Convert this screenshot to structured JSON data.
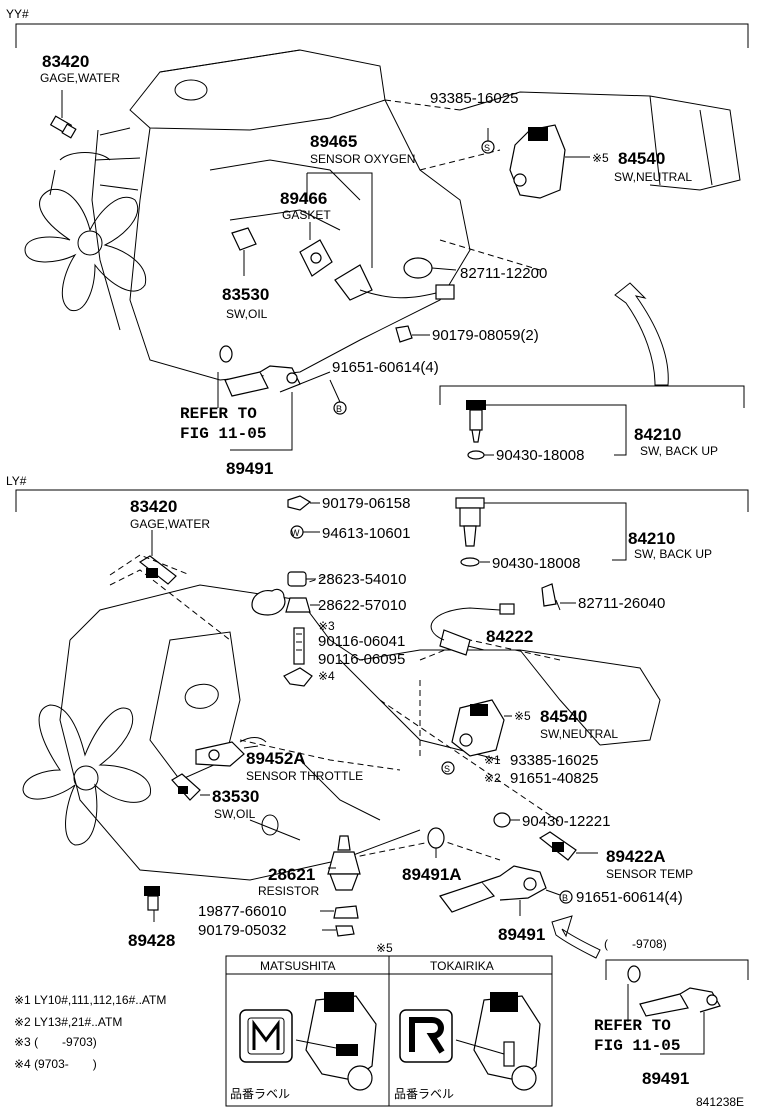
{
  "sections": {
    "top": "YY#",
    "bottom": "LY#"
  },
  "top_parts": {
    "p83420": {
      "number": "83420",
      "name": "GAGE,WATER"
    },
    "p93385": {
      "number": "93385-16025"
    },
    "p89465": {
      "number": "89465",
      "name": "SENSOR OXYGEN"
    },
    "p84540": {
      "mark": "※5",
      "number": "84540",
      "name": "SW,NEUTRAL"
    },
    "p89466": {
      "number": "89466",
      "name": "GASKET"
    },
    "p82711": {
      "number": "82711-12200"
    },
    "p83530": {
      "number": "83530",
      "name": "SW,OIL"
    },
    "p90179": {
      "number": "90179-08059(2)"
    },
    "p91651": {
      "number": "91651-60614(4)"
    },
    "refer1": "REFER TO",
    "refer2": "FIG 11-05",
    "p89491": {
      "number": "89491"
    },
    "p84210": {
      "number": "84210",
      "name": "SW, BACK UP"
    },
    "p90430": {
      "number": "90430-18008"
    }
  },
  "bottom_parts": {
    "p83420": {
      "number": "83420",
      "name": "GAGE,WATER"
    },
    "p90179a": {
      "number": "90179-06158"
    },
    "p94613": {
      "number": "94613-10601"
    },
    "p84210": {
      "number": "84210",
      "name": "SW, BACK UP"
    },
    "p90430a": {
      "number": "90430-18008"
    },
    "p28623": {
      "number": "28623-54010"
    },
    "p28622": {
      "number": "28622-57010"
    },
    "p82711": {
      "number": "82711-26040"
    },
    "m3": "※3",
    "p90116a": {
      "number": "90116-06041"
    },
    "p90116b": {
      "number": "90116-06095"
    },
    "m4": "※4",
    "p84222": {
      "number": "84222"
    },
    "p84540": {
      "mark": "※5",
      "number": "84540",
      "name": "SW,NEUTRAL"
    },
    "p89452A": {
      "number": "89452A",
      "name": "SENSOR THROTTLE"
    },
    "p93385": {
      "mark": "※1",
      "number": "93385-16025"
    },
    "p91651a": {
      "mark": "※2",
      "number": "91651-40825"
    },
    "p83530": {
      "number": "83530",
      "name": "SW,OIL"
    },
    "p90430b": {
      "number": "90430-12221"
    },
    "p89422A": {
      "number": "89422A",
      "name": "SENSOR TEMP"
    },
    "p28621": {
      "number": "28621",
      "name": "RESISTOR"
    },
    "p89491A": {
      "number": "89491A"
    },
    "p91651b": {
      "number": "91651-60614(4)"
    },
    "p19877": {
      "number": "19877-66010"
    },
    "p90179b": {
      "number": "90179-05032"
    },
    "p89428": {
      "number": "89428"
    },
    "p89491": {
      "number": "89491"
    },
    "inset_range": "(　　-9708)",
    "refer1": "REFER TO",
    "refer2": "FIG 11-05",
    "p89491c": {
      "number": "89491"
    }
  },
  "notes": {
    "star5": "※5",
    "matsushita": "MATSUSHITA",
    "tokairika": "TOKAIRIKA",
    "label_jp_1": "品番ラベル",
    "label_jp_2": "品番ラベル",
    "n1": "※1 LY10#,111,112,16#..ATM",
    "n2": "※2 LY13#,21#..ATM",
    "n3": "※3 (　　-9703)",
    "n4": "※4 (9703-　　)"
  },
  "figure_id": "841238E",
  "icons": [
    "s-bolt-icon",
    "w-washer-icon",
    "b-bolt-icon"
  ]
}
